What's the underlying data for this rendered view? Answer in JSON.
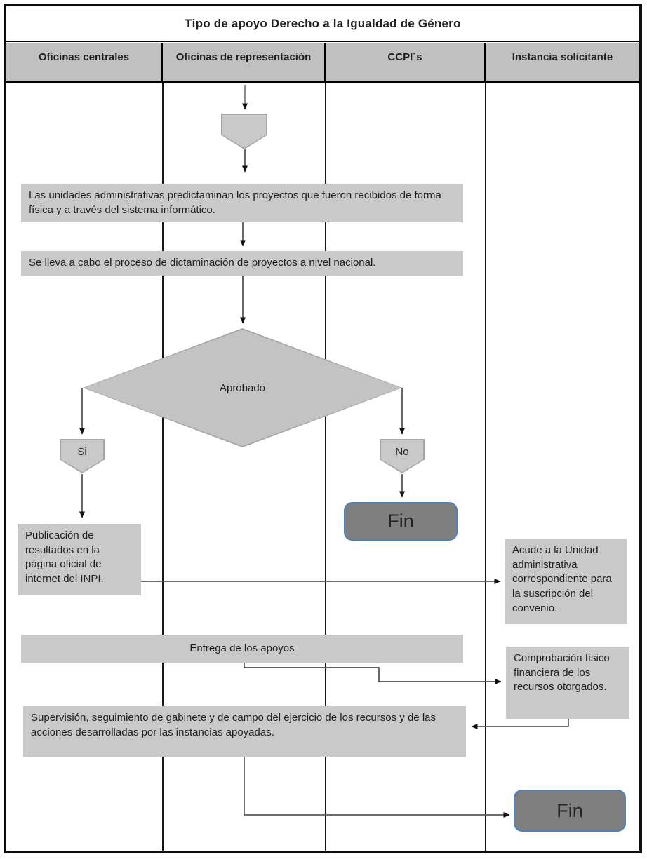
{
  "title": "Tipo de apoyo Derecho a la Igualdad de Género",
  "lanes": [
    {
      "label": "Oficinas centrales"
    },
    {
      "label": "Oficinas de representación"
    },
    {
      "label": "CCPI´s"
    },
    {
      "label": "Instancia solicitante"
    }
  ],
  "nodes": {
    "predictamen": "Las unidades administrativas predictaminan los proyectos que fueron recibidos de forma física y a través del sistema informático.",
    "dictaminacion": "Se lleva a cabo el proceso de dictaminación de proyectos a nivel nacional.",
    "decision": "Aprobado",
    "yes_label": "Si",
    "no_label": "No",
    "fin_no": "Fin",
    "publicacion": "Publicación de resultados en la página oficial de internet del INPI.",
    "acude": "Acude a la Unidad administrativa correspondiente para la suscripción del convenio.",
    "entrega": "Entrega de los apoyos",
    "comprobacion": "Comprobación físico financiera de los recursos otorgados.",
    "supervision": "Supervisión, seguimiento de gabinete y de campo del ejercicio de los recursos y de las acciones desarrolladas por las instancias apoyadas.",
    "fin_final": "Fin"
  },
  "colors": {
    "band": "#c0c0c0",
    "box": "#c9c9c9",
    "diamond": "#c3c3c3",
    "shapeborder": "#a6a6a6",
    "finfill": "#7f7f7f",
    "finborder": "#4f81bd",
    "line": "#4d4d4d"
  }
}
